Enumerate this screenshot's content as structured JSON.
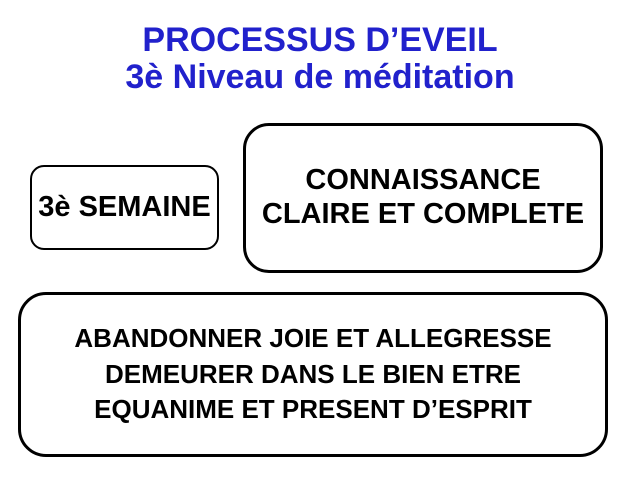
{
  "slide": {
    "background": "#FFFFFF",
    "text_color": "#000000",
    "box_border_color": "#000000",
    "title": {
      "color": "#2121CC",
      "line1": "PROCESSUS D’EVEIL",
      "line2": "3è Niveau de méditation"
    },
    "boxes": {
      "week": {
        "label": "3è SEMAINE"
      },
      "connaissance": {
        "line1": "CONNAISSANCE",
        "line2": "CLAIRE ET COMPLETE"
      },
      "abandon": {
        "line1": "ABANDONNER JOIE ET ALLEGRESSE",
        "line2": "DEMEURER DANS LE BIEN ETRE",
        "line3": "EQUANIME ET PRESENT D’ESPRIT"
      }
    }
  }
}
